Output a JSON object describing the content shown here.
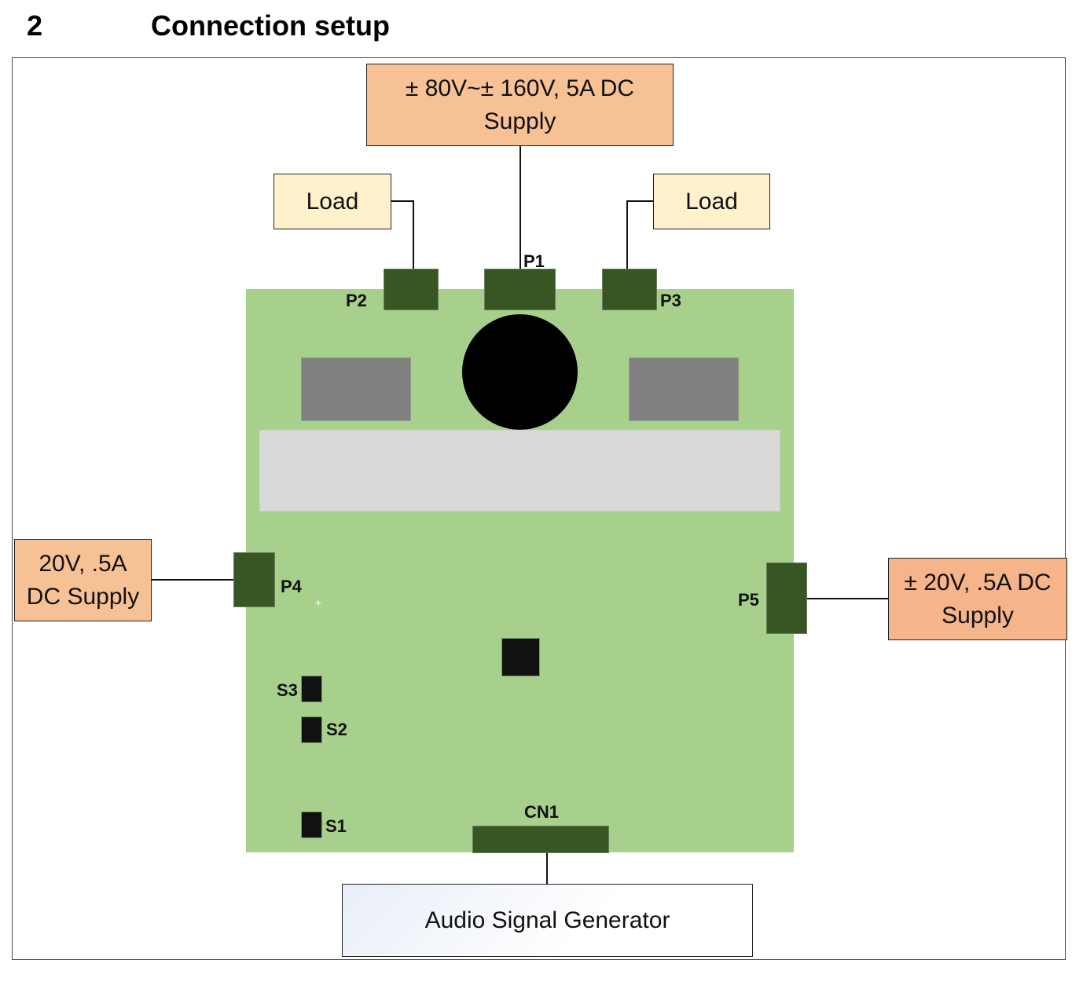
{
  "section": {
    "number": "2",
    "title": "Connection setup"
  },
  "supplies": {
    "main": {
      "line1": "± 80V~± 160V, 5A DC",
      "line2": "Supply"
    },
    "left": {
      "line1": "20V, .5A",
      "line2": "DC Supply"
    },
    "right": {
      "line1": "± 20V, .5A DC",
      "line2": "Supply"
    }
  },
  "loads": {
    "left": "Load",
    "right": "Load"
  },
  "generator": {
    "label": "Audio Signal Generator"
  },
  "connectors": {
    "p1": "P1",
    "p2": "P2",
    "p3": "P3",
    "p4": "P4",
    "p5": "P5",
    "cn1": "CN1"
  },
  "switches": {
    "s1": "S1",
    "s2": "S2",
    "s3": "S3"
  },
  "colors": {
    "board": "#a8d08d",
    "connector": "#375623",
    "supply_box": "#f7c196",
    "load_box": "#fff1cc",
    "heatsink": "#d9d9d9",
    "component_grey": "#808080"
  }
}
